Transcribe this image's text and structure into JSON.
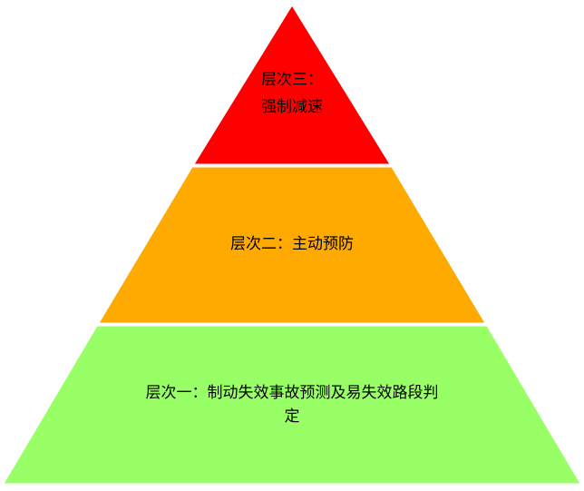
{
  "diagram": {
    "tiers": [
      {
        "id": "top",
        "lines": [
          "层次三：",
          "强制减速"
        ],
        "color": "#ff0000"
      },
      {
        "id": "mid",
        "lines": [
          "层次二：主动预防"
        ],
        "color": "#ffaa00"
      },
      {
        "id": "bottom",
        "lines": [
          "层次一：制动失效事故预测及易失效路段判",
          "定"
        ],
        "color": "#99ff66"
      }
    ],
    "separator_color": "#ffffff"
  }
}
